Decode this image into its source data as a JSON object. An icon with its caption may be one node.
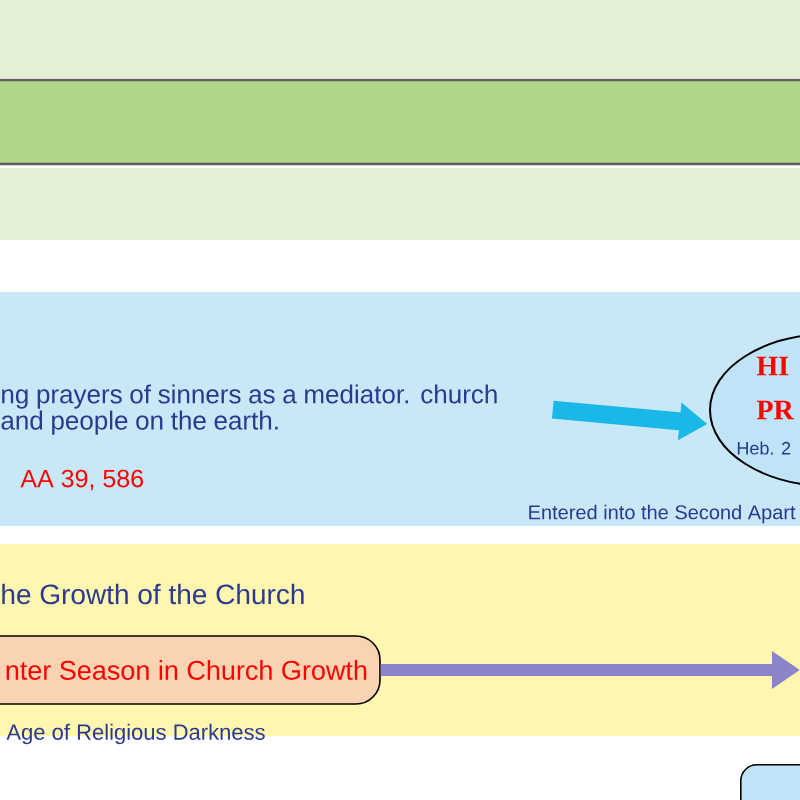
{
  "diagram": {
    "nodes": [
      {
        "text": [
          "ng prayers of sinners as a mediator. church and people on the earth."
        ]
      },
      {
        "text": [
          "HI",
          "PR",
          "Heb. 2"
        ],
        "beside": [
          "Entered into the Second Apart"
        ]
      },
      {
        "text": [
          "nter Season in Church Growth"
        ],
        "beside": [
          "Age of Religious Darkness"
        ]
      },
      {
        "text": [],
        "shape": "box"
      }
    ],
    "edges": [
      {
        "from": 0,
        "to": 1,
        "arrow": "to",
        "color": "#1ab8e8"
      },
      {
        "from": 2,
        "to": null,
        "arrow": "to",
        "color": "#8a84c8"
      }
    ],
    "labels": [
      "AA 39, 586",
      "he Growth of the Church"
    ]
  }
}
